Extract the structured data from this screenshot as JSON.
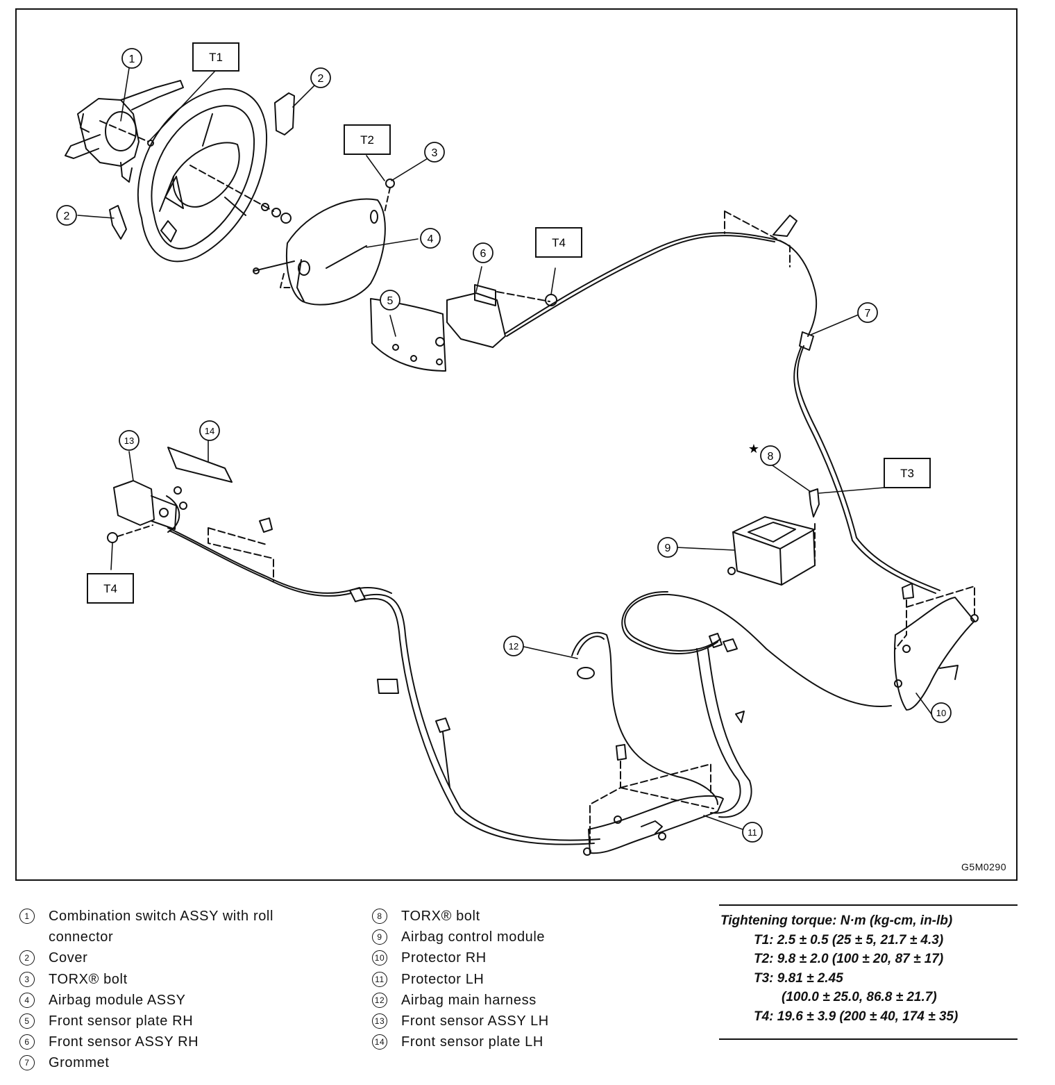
{
  "figure": {
    "code": "G5M0290",
    "callouts": [
      "1",
      "2",
      "2",
      "3",
      "4",
      "5",
      "6",
      "7",
      "8",
      "9",
      "10",
      "11",
      "12",
      "13",
      "14"
    ],
    "torque_tags": [
      "T1",
      "T2",
      "T3",
      "T4",
      "T4"
    ],
    "star": "★"
  },
  "legend": {
    "col1": [
      {
        "num": "1",
        "text": "Combination switch ASSY with roll connector"
      },
      {
        "num": "2",
        "text": "Cover"
      },
      {
        "num": "3",
        "text": "TORX® bolt"
      },
      {
        "num": "4",
        "text": "Airbag module ASSY"
      },
      {
        "num": "5",
        "text": "Front sensor plate RH"
      },
      {
        "num": "6",
        "text": "Front sensor ASSY RH"
      },
      {
        "num": "7",
        "text": "Grommet"
      }
    ],
    "col2": [
      {
        "num": "8",
        "text": "TORX® bolt"
      },
      {
        "num": "9",
        "text": "Airbag control module"
      },
      {
        "num": "10",
        "text": "Protector RH"
      },
      {
        "num": "11",
        "text": "Protector LH"
      },
      {
        "num": "12",
        "text": "Airbag main harness"
      },
      {
        "num": "13",
        "text": "Front sensor ASSY LH"
      },
      {
        "num": "14",
        "text": "Front sensor plate LH"
      }
    ]
  },
  "torque": {
    "title": "Tightening torque: N·m (kg-cm, in-lb)",
    "t1": "T1: 2.5 ± 0.5 (25 ± 5, 21.7 ± 4.3)",
    "t2": "T2: 9.8 ± 2.0 (100 ± 20, 87 ± 17)",
    "t3": "T3: 9.81 ± 2.45",
    "t3b": "(100.0 ± 25.0, 86.8 ± 21.7)",
    "t4": "T4: 19.6 ± 3.9 (200 ± 40, 174 ± 35)"
  }
}
